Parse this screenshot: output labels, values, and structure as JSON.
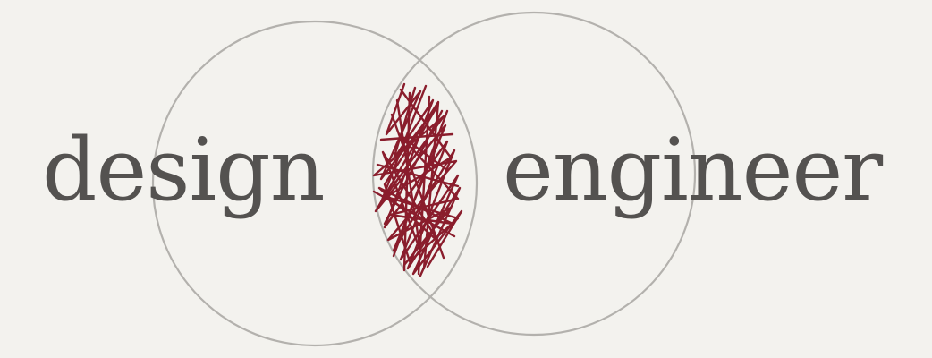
{
  "diagram": {
    "left_label": "design",
    "right_label": "engineer"
  },
  "colors": {
    "background": "#f3f2ee",
    "circle_stroke": "#b3b1ad",
    "text": "#545250",
    "scribble": "#8a1d2c"
  },
  "icons": {
    "intersection": "scribble"
  }
}
